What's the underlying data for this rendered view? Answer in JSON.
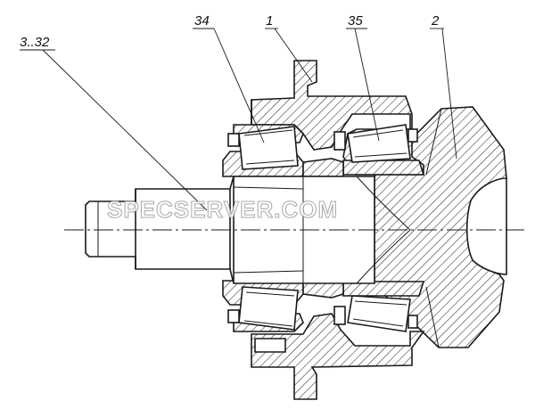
{
  "callouts": [
    {
      "id": "c1",
      "label": "3..32"
    },
    {
      "id": "c2",
      "label": "34"
    },
    {
      "id": "c3",
      "label": "1"
    },
    {
      "id": "c4",
      "label": "35"
    },
    {
      "id": "c5",
      "label": "2"
    }
  ],
  "watermark": {
    "text": "SPECSERVER.COM"
  },
  "colors": {
    "line": "#1a1a1a",
    "background": "#ffffff",
    "watermark": "#9a9a9a"
  }
}
